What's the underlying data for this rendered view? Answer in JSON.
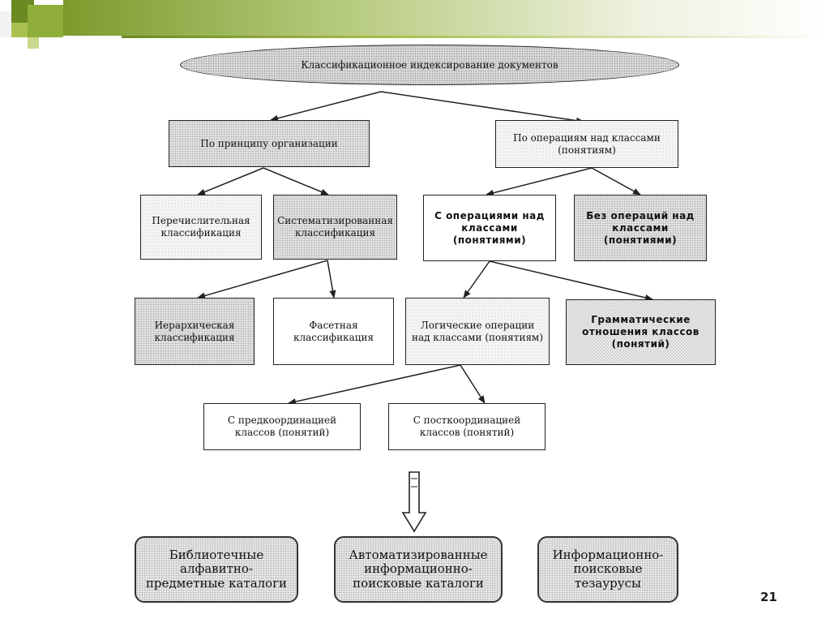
{
  "diagram": {
    "root": "Классификационное индексирование документов",
    "by_principle": "По принципу организации",
    "by_operations": "По операциям над классами (понятиям)",
    "enumerative": "Перечислительная классификация",
    "systematized": "Систематизированная классификация",
    "with_operations": "С операциями над классами (понятиями)",
    "without_operations": "Без операций над классами (понятиями)",
    "hierarchical": "Иерархическая классификация",
    "faceted": "Фасетная классификация",
    "logical_ops": "Логические операции над классами (понятиям)",
    "grammatical": "Грамматические отношения классов (понятий)",
    "precoordination": "С предкоординацией классов (понятий)",
    "postcoordination": "С посткоординацией классов (понятий)",
    "outputs": [
      "Библиотечные алфавитно-предметные каталоги",
      "Автоматизированные информационно-поисковые каталоги",
      "Информационно-поисковые тезаурусы"
    ]
  },
  "slide": {
    "number": "21"
  },
  "colors": {
    "accent_dark": "#6b8a22",
    "accent_light": "#a9c14f"
  }
}
